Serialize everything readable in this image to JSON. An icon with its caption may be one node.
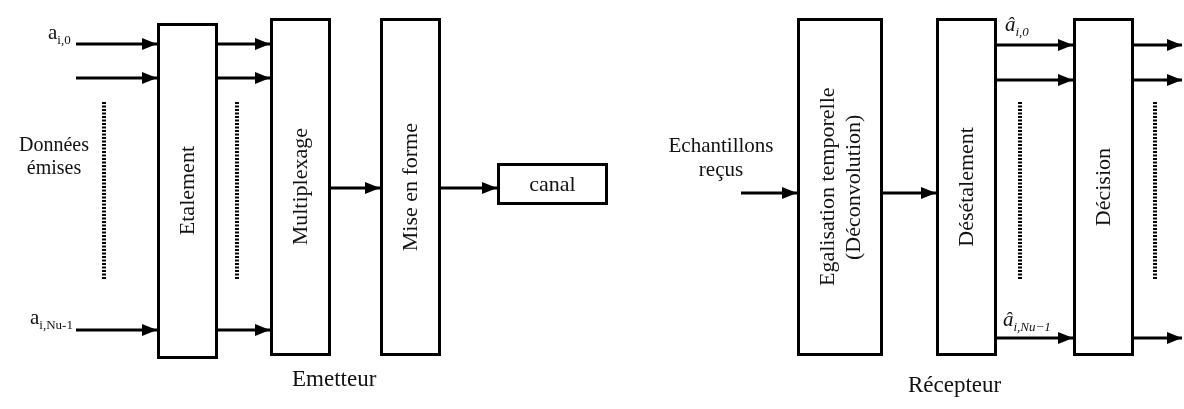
{
  "diagram": {
    "nodes": [
      {
        "text": [
          "Etalement"
        ]
      },
      {
        "text": [
          "Multiplexage"
        ]
      },
      {
        "text": [
          "Mise en forme"
        ]
      },
      {
        "text": [
          "canal"
        ]
      },
      {
        "text": [
          "Egalisation temporelle (Déconvolution)"
        ]
      },
      {
        "text": [
          "Désétalement"
        ]
      },
      {
        "text": [
          "Décision"
        ]
      }
    ],
    "edges": [
      {
        "from": null,
        "to": 0,
        "arrow": "to",
        "label": "a$_{i,0}$"
      },
      {
        "from": null,
        "to": 0,
        "arrow": "to"
      },
      {
        "from": null,
        "to": 0,
        "arrow": "to",
        "label": "a$_{i,Nu-1}$"
      },
      {
        "from": 0,
        "to": 1,
        "arrow": "to"
      },
      {
        "from": 0,
        "to": 1,
        "arrow": "to"
      },
      {
        "from": 0,
        "to": 1,
        "arrow": "to"
      },
      {
        "from": 1,
        "to": 2,
        "arrow": "to"
      },
      {
        "from": 2,
        "to": 3,
        "arrow": "to"
      },
      {
        "from": null,
        "to": 4,
        "arrow": "to",
        "label": "Echantillons reçus"
      },
      {
        "from": 4,
        "to": 5,
        "arrow": "to"
      },
      {
        "from": 5,
        "to": 6,
        "arrow": "to",
        "label": "â$_{i,0}$"
      },
      {
        "from": 5,
        "to": 6,
        "arrow": "to"
      },
      {
        "from": 5,
        "to": 6,
        "arrow": "to",
        "label": "â$_{i,Nu−1}$"
      },
      {
        "from": 6,
        "to": null,
        "arrow": "to"
      },
      {
        "from": 6,
        "to": null,
        "arrow": "to"
      },
      {
        "from": 6,
        "to": null,
        "arrow": "to"
      }
    ],
    "labels": [
      "Données émises",
      "Emetteur",
      "Récepteur"
    ]
  }
}
